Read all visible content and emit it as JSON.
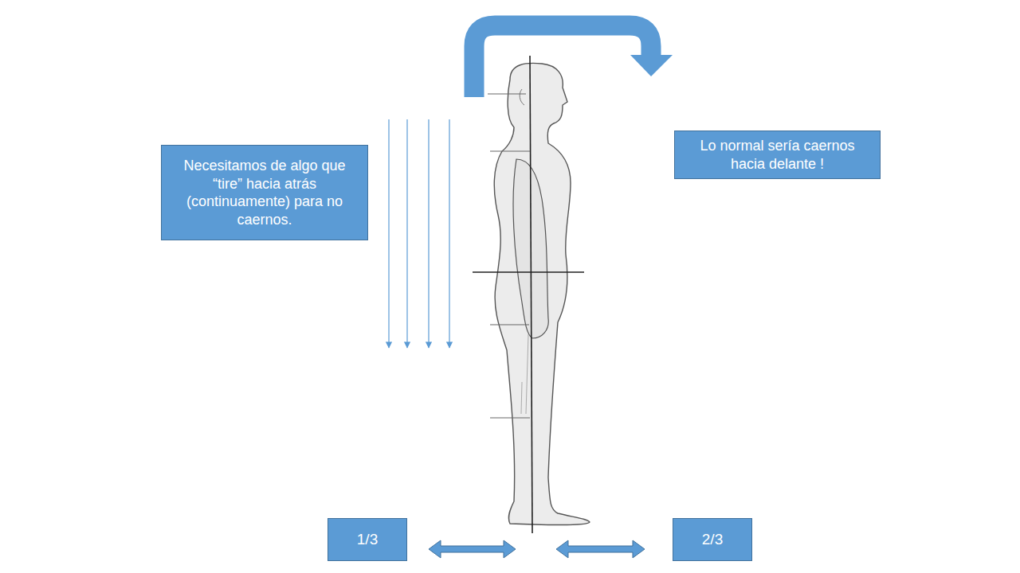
{
  "diagram": {
    "nodes": [
      {
        "text": [
          "Necesitamos de algo que “tire” hacia atrás (continuamente) para no caernos."
        ]
      },
      {
        "text": [
          "Lo normal sería caernos hacia delante !"
        ]
      },
      {
        "text": [
          "1/3"
        ]
      },
      {
        "text": [
          "2/3"
        ]
      }
    ]
  }
}
